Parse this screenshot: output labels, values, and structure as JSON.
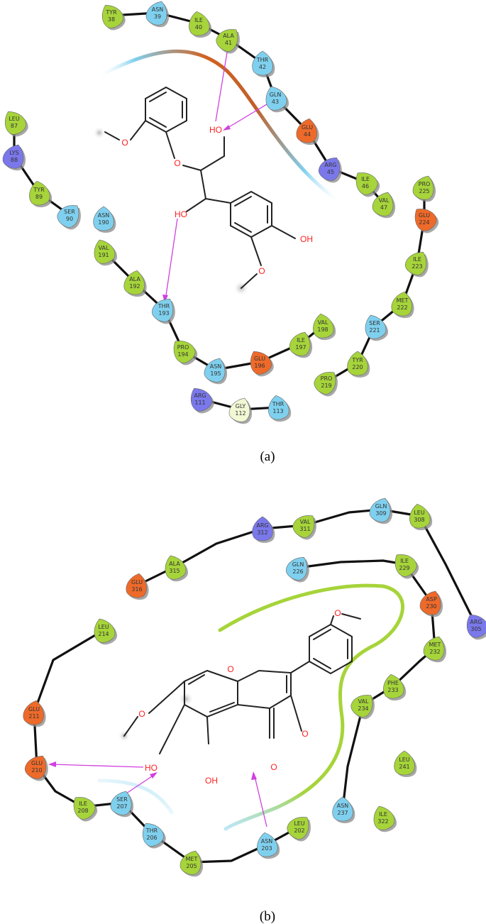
{
  "panels": [
    {
      "label": "(a)",
      "ligand_atoms": [
        "HO",
        "O",
        "HO",
        "OH",
        "O",
        "O"
      ],
      "residues": [
        {
          "name": "TYR",
          "num": "38",
          "type": "hydrophobic"
        },
        {
          "name": "ASN",
          "num": "39",
          "type": "polar"
        },
        {
          "name": "ILE",
          "num": "40",
          "type": "hydrophobic"
        },
        {
          "name": "ALA",
          "num": "41",
          "type": "hydrophobic"
        },
        {
          "name": "THR",
          "num": "42",
          "type": "polar"
        },
        {
          "name": "GLN",
          "num": "43",
          "type": "polar"
        },
        {
          "name": "GLU",
          "num": "44",
          "type": "negative"
        },
        {
          "name": "ARG",
          "num": "45",
          "type": "positive"
        },
        {
          "name": "ILE",
          "num": "46",
          "type": "hydrophobic"
        },
        {
          "name": "VAL",
          "num": "47",
          "type": "hydrophobic"
        },
        {
          "name": "LEU",
          "num": "87",
          "type": "hydrophobic"
        },
        {
          "name": "LYS",
          "num": "88",
          "type": "positive"
        },
        {
          "name": "TYR",
          "num": "89",
          "type": "hydrophobic"
        },
        {
          "name": "SER",
          "num": "90",
          "type": "polar"
        },
        {
          "name": "ASN",
          "num": "190",
          "type": "polar"
        },
        {
          "name": "VAL",
          "num": "191",
          "type": "hydrophobic"
        },
        {
          "name": "ALA",
          "num": "192",
          "type": "hydrophobic"
        },
        {
          "name": "THR",
          "num": "193",
          "type": "polar"
        },
        {
          "name": "PRO",
          "num": "194",
          "type": "hydrophobic"
        },
        {
          "name": "ASN",
          "num": "195",
          "type": "polar"
        },
        {
          "name": "GLU",
          "num": "196",
          "type": "negative"
        },
        {
          "name": "ILE",
          "num": "197",
          "type": "hydrophobic"
        },
        {
          "name": "VAL",
          "num": "198",
          "type": "hydrophobic"
        },
        {
          "name": "PRO",
          "num": "219",
          "type": "hydrophobic"
        },
        {
          "name": "TYR",
          "num": "220",
          "type": "hydrophobic"
        },
        {
          "name": "SER",
          "num": "221",
          "type": "polar"
        },
        {
          "name": "MET",
          "num": "222",
          "type": "hydrophobic"
        },
        {
          "name": "ILE",
          "num": "223",
          "type": "hydrophobic"
        },
        {
          "name": "GLU",
          "num": "224",
          "type": "negative"
        },
        {
          "name": "PRO",
          "num": "225",
          "type": "hydrophobic"
        },
        {
          "name": "ARG",
          "num": "111",
          "type": "positive"
        },
        {
          "name": "GLY",
          "num": "112",
          "type": "glycine"
        },
        {
          "name": "THR",
          "num": "113",
          "type": "polar"
        }
      ]
    },
    {
      "label": "(b)",
      "ligand_atoms": [
        "O",
        "O",
        "O",
        "HO",
        "OH",
        "O"
      ],
      "residues": [
        {
          "name": "GLN",
          "num": "309",
          "type": "polar"
        },
        {
          "name": "LEU",
          "num": "308",
          "type": "hydrophobic"
        },
        {
          "name": "VAL",
          "num": "311",
          "type": "hydrophobic"
        },
        {
          "name": "ARG",
          "num": "312",
          "type": "positive"
        },
        {
          "name": "ALA",
          "num": "315",
          "type": "hydrophobic"
        },
        {
          "name": "GLU",
          "num": "316",
          "type": "negative"
        },
        {
          "name": "GLN",
          "num": "226",
          "type": "polar"
        },
        {
          "name": "ILE",
          "num": "229",
          "type": "hydrophobic"
        },
        {
          "name": "ASP",
          "num": "230",
          "type": "negative"
        },
        {
          "name": "ARG",
          "num": "305",
          "type": "positive"
        },
        {
          "name": "MET",
          "num": "232",
          "type": "hydrophobic"
        },
        {
          "name": "PHE",
          "num": "233",
          "type": "hydrophobic"
        },
        {
          "name": "VAL",
          "num": "234",
          "type": "hydrophobic"
        },
        {
          "name": "LEU",
          "num": "241",
          "type": "hydrophobic"
        },
        {
          "name": "LEU",
          "num": "214",
          "type": "hydrophobic"
        },
        {
          "name": "GLU",
          "num": "211",
          "type": "negative"
        },
        {
          "name": "GLU",
          "num": "210",
          "type": "negative"
        },
        {
          "name": "ILE",
          "num": "208",
          "type": "hydrophobic"
        },
        {
          "name": "SER",
          "num": "207",
          "type": "polar"
        },
        {
          "name": "THR",
          "num": "206",
          "type": "polar"
        },
        {
          "name": "MET",
          "num": "205",
          "type": "hydrophobic"
        },
        {
          "name": "ASN",
          "num": "203",
          "type": "polar"
        },
        {
          "name": "LEU",
          "num": "202",
          "type": "hydrophobic"
        },
        {
          "name": "ASN",
          "num": "237",
          "type": "polar"
        },
        {
          "name": "ILE",
          "num": "322",
          "type": "hydrophobic"
        }
      ]
    }
  ],
  "colors": {
    "hydrophobic": "#a6d43a",
    "polar": "#7fd0ee",
    "negative": "#ee6a2a",
    "positive": "#7a78ea",
    "glycine": "#f2f7d4",
    "hbond": "#d040e0",
    "text": "#333333"
  }
}
